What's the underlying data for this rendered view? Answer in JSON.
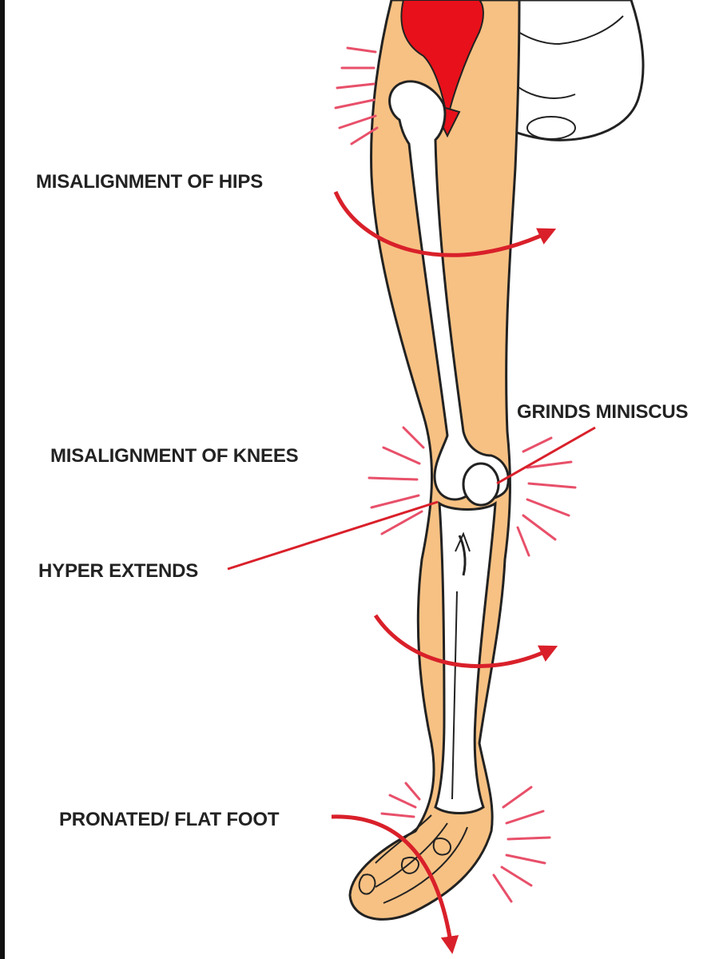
{
  "labels": {
    "hips": "MISALIGNMENT OF HIPS",
    "knees": "MISALIGNMENT OF KNEES",
    "grinds": "GRINDS MINISCUS",
    "hyper": "HYPER EXTENDS",
    "foot": "PRONATED/ FLAT FOOT"
  },
  "colors": {
    "skin": "#f7c183",
    "bone": "#ffffff",
    "outline": "#222222",
    "muscle": "#e8101a",
    "arrow": "#d9202a",
    "pain_rays": "#e8506a"
  }
}
